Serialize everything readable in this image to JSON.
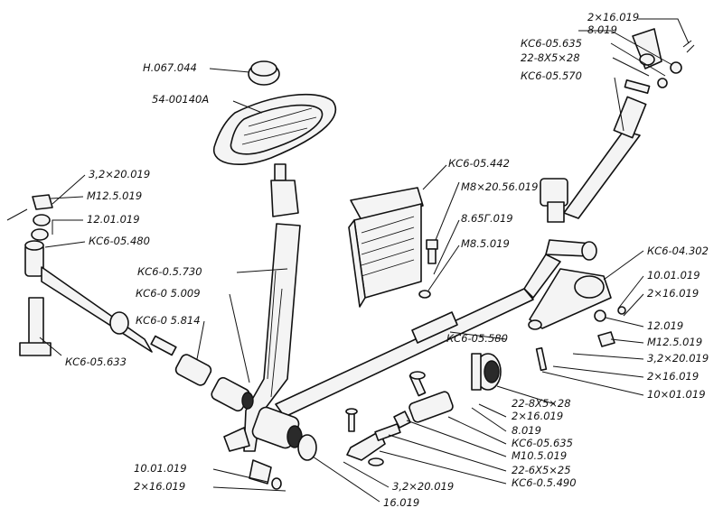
{
  "labels": {
    "l01": "2×16.019",
    "l02": "8.019",
    "l03": "КС6-05.635",
    "l04": "22-8Х5×28",
    "l05": "КС6-05.570",
    "l06": "Н.067.044",
    "l07": "54-00140А",
    "l08": "КС6-05.442",
    "l09": "М8×20.56.019",
    "l10": "8.65Г.019",
    "l11": "М8.5.019",
    "l12": "3,2×20.019",
    "l13": "М12.5.019",
    "l14": "12.01.019",
    "l15": "КС6-05.480",
    "l16": "КС6-0.5.730",
    "l17": "КС6-0 5.009",
    "l18": "КС6-0 5.814",
    "l19": "КС6-05.633",
    "l20": "КС6-04.302",
    "l21": "10.01.019",
    "l22": "2×16.019",
    "l23": "12.019",
    "l24": "М12.5.019",
    "l25": "3,2×20.019",
    "l26": "2×16.019",
    "l27": "10×01.019",
    "l28": "КС6-05.580",
    "l29": "22-8Х5×28",
    "l30": "2×16.019",
    "l31": "8.019",
    "l32": "КС6-05.635",
    "l33": "М10.5.019",
    "l34": "22-6Х5×25",
    "l35": "КС6-0.5.490",
    "l36": "10.01.019",
    "l37": "2×16.019",
    "l38": "3,2×20.019",
    "l39": "16.019"
  }
}
